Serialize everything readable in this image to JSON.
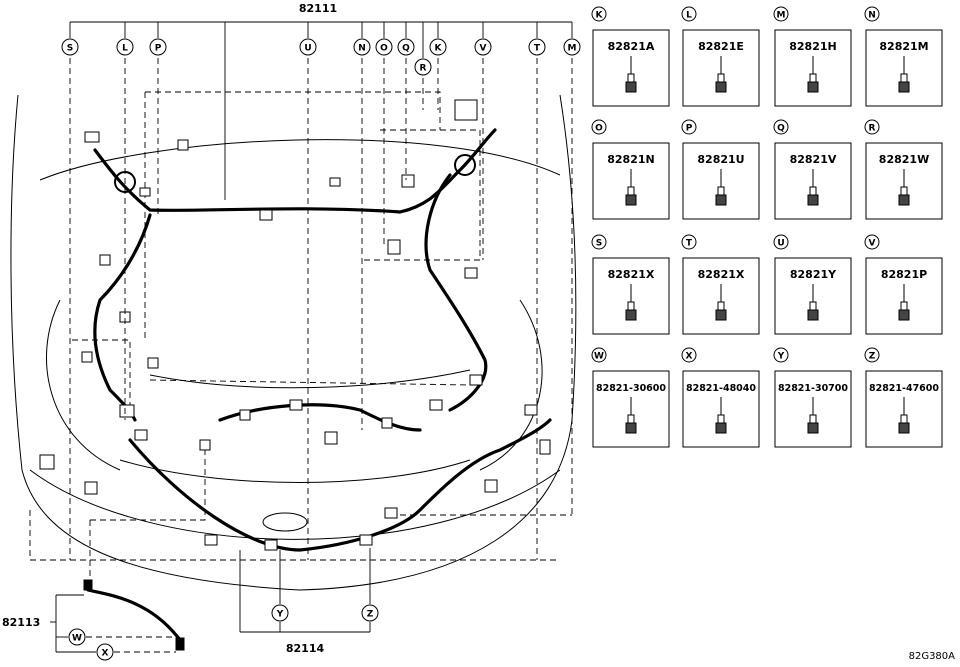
{
  "diagram": {
    "main_part_number": "82111",
    "bottom_part_number": "82114",
    "left_part_number": "82113",
    "reference_code": "82G380A",
    "top_callouts": [
      "S",
      "L",
      "P",
      "U",
      "N",
      "O",
      "Q",
      "R",
      "K",
      "V",
      "T",
      "M"
    ],
    "bottom_callouts": [
      "Y",
      "Z"
    ],
    "left_callouts": [
      "W",
      "X"
    ]
  },
  "parts": [
    {
      "letter": "K",
      "number": "82821A"
    },
    {
      "letter": "L",
      "number": "82821E"
    },
    {
      "letter": "M",
      "number": "82821H"
    },
    {
      "letter": "N",
      "number": "82821M"
    },
    {
      "letter": "O",
      "number": "82821N"
    },
    {
      "letter": "P",
      "number": "82821U"
    },
    {
      "letter": "Q",
      "number": "82821V"
    },
    {
      "letter": "R",
      "number": "82821W"
    },
    {
      "letter": "S",
      "number": "82821X"
    },
    {
      "letter": "T",
      "number": "82821X"
    },
    {
      "letter": "U",
      "number": "82821Y"
    },
    {
      "letter": "V",
      "number": "82821P"
    },
    {
      "letter": "W",
      "number": "82821-30600"
    },
    {
      "letter": "X",
      "number": "82821-48040"
    },
    {
      "letter": "Y",
      "number": "82821-30700"
    },
    {
      "letter": "Z",
      "number": "82821-47600"
    }
  ]
}
